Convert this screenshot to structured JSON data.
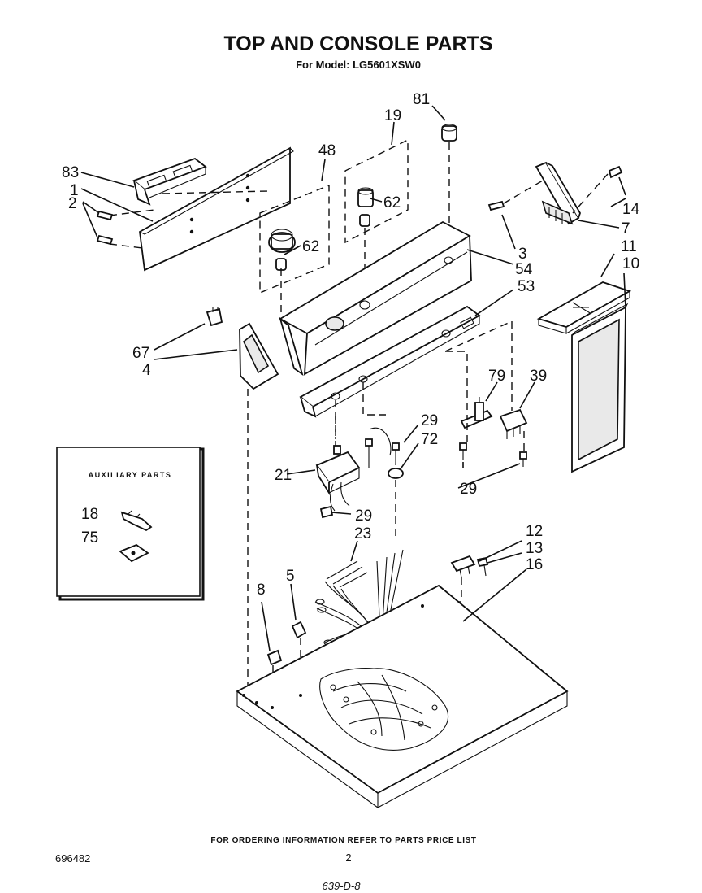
{
  "title": "TOP AND CONSOLE PARTS",
  "subtitle": "For Model: LG5601XSW0",
  "auxiliary_box": {
    "heading": "AUXILIARY PARTS",
    "callouts": [
      "18",
      "75"
    ]
  },
  "callouts": {
    "c83": "83",
    "c1": "1",
    "c2": "2",
    "c48": "48",
    "c19": "19",
    "c81": "81",
    "c62a": "62",
    "c62b": "62",
    "c14": "14",
    "c7": "7",
    "c3": "3",
    "c54": "54",
    "c11": "11",
    "c10": "10",
    "c53": "53",
    "c67": "67",
    "c4": "4",
    "c79": "79",
    "c39": "39",
    "c29a": "29",
    "c72": "72",
    "c21": "21",
    "c29b": "29",
    "c29c": "29",
    "c23": "23",
    "c12": "12",
    "c13": "13",
    "c16": "16",
    "c5": "5",
    "c8": "8"
  },
  "footer": {
    "ordering_note": "FOR ORDERING INFORMATION REFER TO PARTS PRICE LIST",
    "doc_number": "696482",
    "page_number": "2",
    "handwritten_note": "639-D-8"
  }
}
